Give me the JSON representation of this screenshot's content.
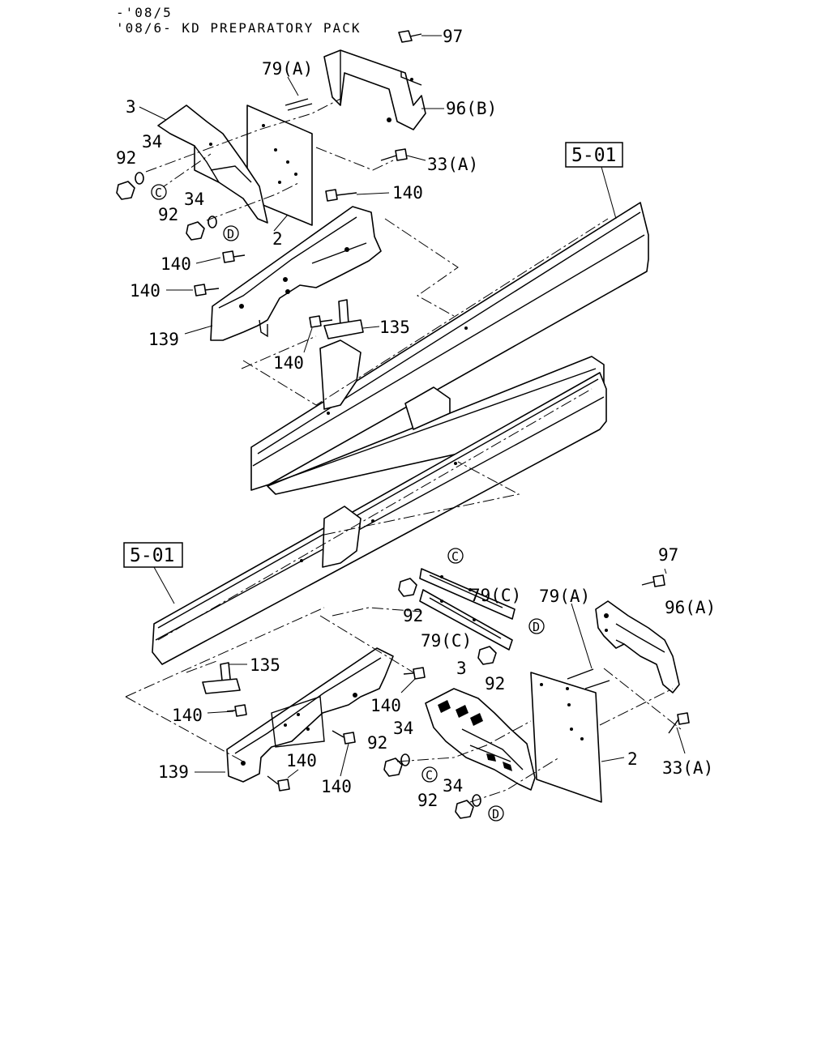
{
  "header": {
    "line1": "-'08/5",
    "line2": "'08/6- KD PREPARATORY PACK"
  },
  "references": {
    "top": "5-01",
    "bottom": "5-01"
  },
  "labels": {
    "p97": "97",
    "p79a": "79(A)",
    "p96b": "96(B)",
    "p3": "3",
    "p92": "92",
    "p34": "34",
    "p33a": "33(A)",
    "p140": "140",
    "p2": "2",
    "p135": "135",
    "p139": "139",
    "p79c": "79(C)",
    "p96a": "96(A)"
  },
  "markers": {
    "c": "C",
    "d": "D"
  }
}
